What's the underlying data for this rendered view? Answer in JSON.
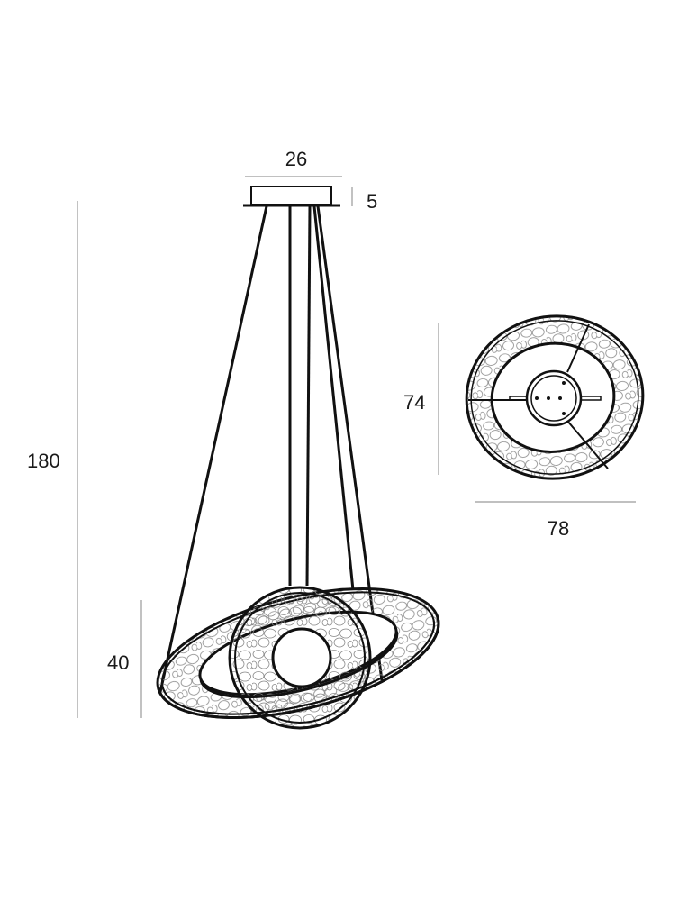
{
  "drawing": {
    "subject": "pendant lamp dimension drawing",
    "colors": {
      "line": "#111111",
      "dimension_line": "#9a9a9a",
      "background": "#ffffff"
    },
    "dimensions": {
      "canopy_width": "26",
      "canopy_height": "5",
      "total_height": "180",
      "ring_height": "40",
      "top_view_depth": "74",
      "top_view_width": "78"
    },
    "views": [
      {
        "name": "front-view",
        "label": ""
      },
      {
        "name": "top-view",
        "label": ""
      }
    ]
  }
}
